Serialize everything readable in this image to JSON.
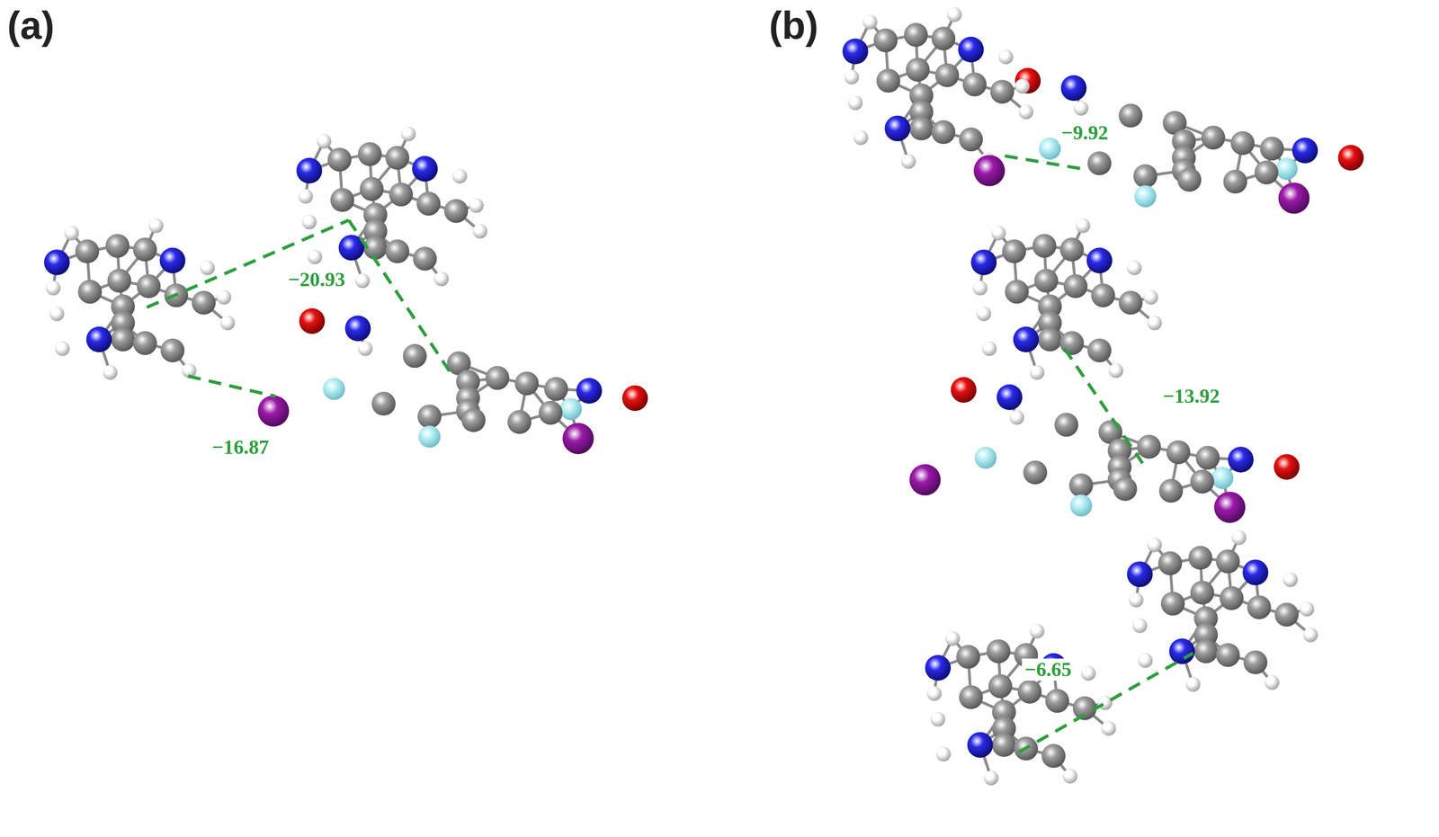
{
  "diagram": {
    "labels": [
      "(a)",
      "(b)",
      "−20.93",
      "−16.87",
      "−9.92",
      "−13.92",
      "−6.65"
    ]
  }
}
